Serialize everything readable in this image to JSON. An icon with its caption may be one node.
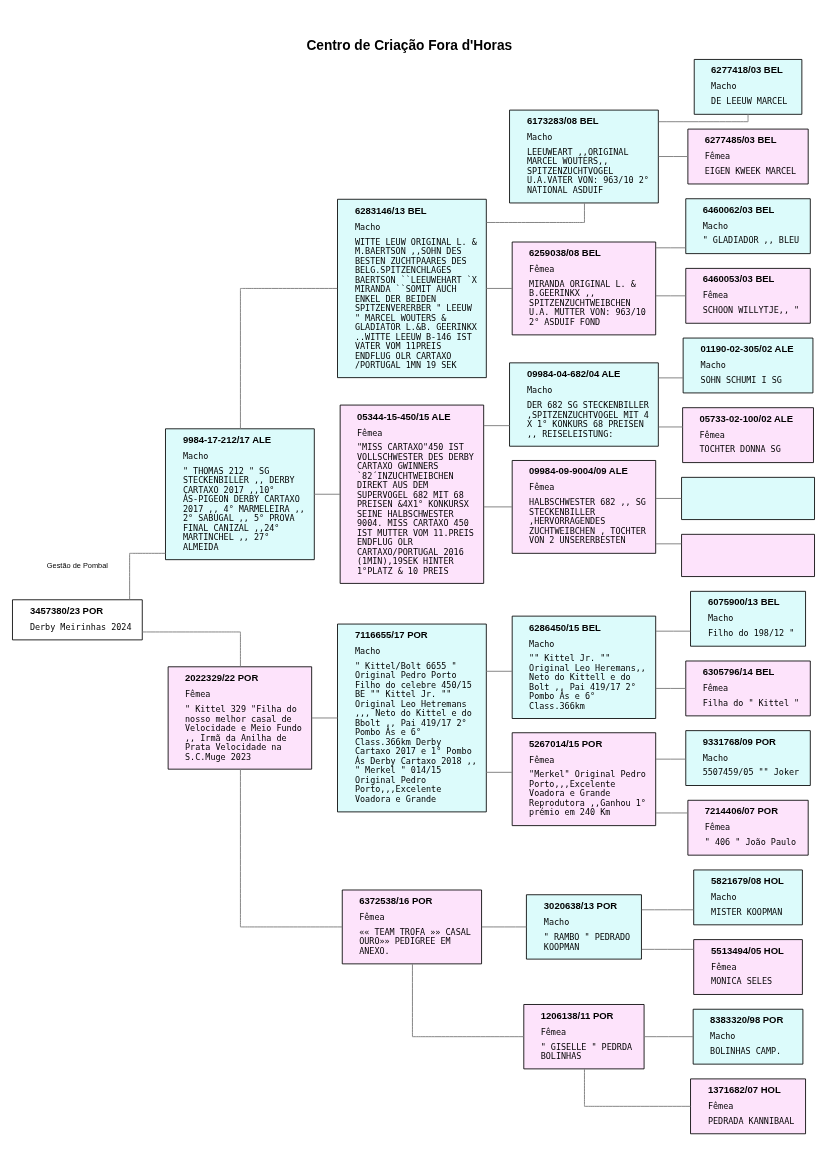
{
  "diagram": {
    "title": "Centro de Criação Fora d'Horas",
    "nodes": [
      {
        "text": [
          "3457380/23 POR",
          "Derby Meirinhas 2024"
        ]
      },
      {
        "text": [
          "9984-17-212/17 ALE",
          "Macho",
          "\" THOMAS 212 \" SG STECKENBILLER ,, DERBY CARTAXO 2017 ,,10° ÁS-PIGEON DERBY CARTAXO 2017 ,, 4° MARMELEIRA ,, 2° SABUGAL ,, 5° PROVA FINAL CANIZAL ,,24° MARTINCHEL ,, 27° ALMEIDA"
        ]
      },
      {
        "text": [
          "2022329/22 POR",
          "Fêmea",
          "\" Kittel 329 \"Filha do nosso melhor casal de Velocidade e Meio Fundo ,, Irmã da Anilha de Prata Velocidade na S.C.Muge 2023"
        ]
      },
      {
        "text": [
          "6283146/13 BEL",
          "Macho",
          "WITTE LEUW ORIGINAL L. & M.BAERTSON ,,SOHN DES BESTEN ZUCHTPAARES DES BELG.SPITZENCHLAGES BAERTSON ``LEEUWEHART `X MIRANDA ``SOMIT AUCH ENKEL DER BEIDEN SPITZENVERERBER \" LEEUW \" MARCEL WOUTERS & GLADIATOR L.&B. GEERINKX ..WITTE LEEUW B-146 IST VATER VOM 11PREIS ENDFLUG OLR CARTAXO /PORTUGAL 1MN 19 SEK"
        ]
      },
      {
        "text": [
          "05344-15-450/15 ALE",
          "Fêmea",
          "\"MISS CARTAXO\"450 IST VOLLSCHWESTER DES DERBY CARTAXO GWINNERS `82´INZUCHTWEIBCHEN DIREKT AUS DEM SUPERVOGEL 682 MIT 68 PREISEN &4X1° KONKURSX SEINE HALBSCHWESTER 9004. MISS CARTAXO 450 IST MUTTER VOM 11.PREIS ENDFLUG OLR CARTAXO/PORTUGAL 2016 (1MIN),19SEK HINTER 1°PLATZ & 10 PREIS"
        ]
      },
      {
        "text": [
          "7116655/17 POR",
          "Macho",
          "\" Kittel/Bolt 6655 \" Original Pedro Porto Filho do celebre 450/15 BE \"\" Kittel Jr. \"\" Original Leo Hetremans ,,, Neto do Kittel e do Bbolt ,, Pai 419/17 2° Pombo Ás e 6° Class.366km Derby Cartaxo 2017 e 1° Pombo Ás Derby Cartaxo 2018 ,, \" Merkel \" 014/15 Original Pedro Porto,,,Excelente Voadora e Grande"
        ]
      },
      {
        "text": [
          "6372538/16 POR",
          "Fêmea",
          "«« TEAM TROFA »» CASAL OURO»» PEDIGREE EM ANEXO."
        ]
      },
      {
        "text": [
          "6173283/08 BEL",
          "Macho",
          "LEEUWEART ,,ORIGINAL MARCEL WOUTERS,, SPITZENZUCHTVOGEL U.A.VATER VON: 963/10 2° NATIONAL ASDUIF"
        ]
      },
      {
        "text": [
          "6259038/08 BEL",
          "Fêmea",
          "MIRANDA ORIGINAL L. & B.GEERINKX ,, SPITZENZUCHTWEIBCHEN U.A. MUTTER VON: 963/10 2° ASDUIF FOND"
        ]
      },
      {
        "text": [
          "09984-04-682/04 ALE",
          "Macho",
          "DER 682 SG STECKENBILLER ,SPITZENZUCHTVOGEL MIT 4 X 1° KONKURS 68 PREISEN ,, REISELEISTUNG:"
        ]
      },
      {
        "text": [
          "09984-09-9004/09 ALE",
          "Fêmea",
          "HALBSCHWESTER 682 ,, SG STECKENBILLER ,HERVORRAGENDES ZUCHTWEIBCHEN , TOCHTER VON 2 UNSERERBESTEN"
        ]
      },
      {
        "text": [
          "6286450/15 BEL",
          "Macho",
          "\"\" Kittel Jr. \"\" Original Leo Heremans,, Neto do Kittell e do Bolt ,, Pai 419/17 2° Pombo Ás e 6° Class.366km"
        ]
      },
      {
        "text": [
          "5267014/15 POR",
          "Fêmea",
          "\"Merkel\" Original Pedro Porto,,,Excelente Voadora e Grande Reprodutora ,,Ganhou 1° prémio em 240 Km"
        ]
      },
      {
        "text": [
          "3020638/13 POR",
          "Macho",
          "\" RAMBO \" PEDRADO KOOPMAN"
        ]
      },
      {
        "text": [
          "1206138/11 POR",
          "Fêmea",
          "\" GISELLE \" PEDRDA BOLINHAS"
        ]
      },
      {
        "text": [
          "6277418/03 BEL",
          "Macho",
          "DE LEEUW MARCEL"
        ]
      },
      {
        "text": [
          "6277485/03 BEL",
          "Fêmea",
          "EIGEN KWEEK MARCEL"
        ]
      },
      {
        "text": [
          "6460062/03 BEL",
          "Macho",
          "\" GLADIADOR ,, BLEU"
        ]
      },
      {
        "text": [
          "6460053/03 BEL",
          "Fêmea",
          "SCHOON WILLYTJE,, \""
        ]
      },
      {
        "text": [
          "01190-02-305/02 ALE",
          "Macho",
          "SOHN SCHUMI I SG"
        ]
      },
      {
        "text": [
          "05733-02-100/02 ALE",
          "Fêmea",
          "TOCHTER DONNA SG"
        ]
      },
      {
        "text": [],
        "shape": "box"
      },
      {
        "text": [],
        "shape": "box"
      },
      {
        "text": [
          "6075900/13 BEL",
          "Macho",
          "Filho do 198/12 \""
        ]
      },
      {
        "text": [
          "6305796/14 BEL",
          "Fêmea",
          "Filha do \" Kittel \""
        ]
      },
      {
        "text": [
          "9331768/09 POR",
          "Macho",
          "5507459/05 \"\" Joker"
        ]
      },
      {
        "text": [
          "7214406/07 POR",
          "Fêmea",
          "\" 406 \" João Paulo"
        ]
      },
      {
        "text": [
          "5821679/08 HOL",
          "Macho",
          "MISTER KOOPMAN"
        ]
      },
      {
        "text": [
          "5513494/05 HOL",
          "Fêmea",
          "MONICA SELES"
        ]
      },
      {
        "text": [
          "8383320/98 POR",
          "Macho",
          "BOLINHAS CAMP."
        ]
      },
      {
        "text": [
          "1371682/07 HOL",
          "Fêmea",
          "PEDRADA KANNIBAAL"
        ]
      }
    ],
    "edges": [
      {
        "from": 0,
        "to": 1,
        "arrow": "none"
      },
      {
        "from": 0,
        "to": 2,
        "arrow": "none"
      },
      {
        "from": 1,
        "to": 3,
        "arrow": "none"
      },
      {
        "from": 1,
        "to": 4,
        "arrow": "none"
      },
      {
        "from": 2,
        "to": 5,
        "arrow": "none"
      },
      {
        "from": 2,
        "to": 6,
        "arrow": "none"
      },
      {
        "from": 3,
        "to": 7,
        "arrow": "none"
      },
      {
        "from": 3,
        "to": 8,
        "arrow": "none"
      },
      {
        "from": 4,
        "to": 9,
        "arrow": "none"
      },
      {
        "from": 4,
        "to": 10,
        "arrow": "none"
      },
      {
        "from": 5,
        "to": 11,
        "arrow": "none"
      },
      {
        "from": 5,
        "to": 12,
        "arrow": "none"
      },
      {
        "from": 6,
        "to": 13,
        "arrow": "none"
      },
      {
        "from": 6,
        "to": 14,
        "arrow": "none"
      },
      {
        "from": 7,
        "to": 15,
        "arrow": "none"
      },
      {
        "from": 7,
        "to": 16,
        "arrow": "none"
      },
      {
        "from": 8,
        "to": 17,
        "arrow": "none"
      },
      {
        "from": 8,
        "to": 18,
        "arrow": "none"
      },
      {
        "from": 9,
        "to": 19,
        "arrow": "none"
      },
      {
        "from": 9,
        "to": 20,
        "arrow": "none"
      },
      {
        "from": 10,
        "to": 21,
        "arrow": "none"
      },
      {
        "from": 10,
        "to": 22,
        "arrow": "none"
      },
      {
        "from": 11,
        "to": 23,
        "arrow": "none"
      },
      {
        "from": 11,
        "to": 24,
        "arrow": "none"
      },
      {
        "from": 12,
        "to": 25,
        "arrow": "none"
      },
      {
        "from": 12,
        "to": 26,
        "arrow": "none"
      },
      {
        "from": 13,
        "to": 27,
        "arrow": "none"
      },
      {
        "from": 13,
        "to": 28,
        "arrow": "none"
      },
      {
        "from": 14,
        "to": 29,
        "arrow": "none"
      },
      {
        "from": 14,
        "to": 30,
        "arrow": "none"
      }
    ],
    "labels": [
      "Gestão de Pombal"
    ]
  }
}
